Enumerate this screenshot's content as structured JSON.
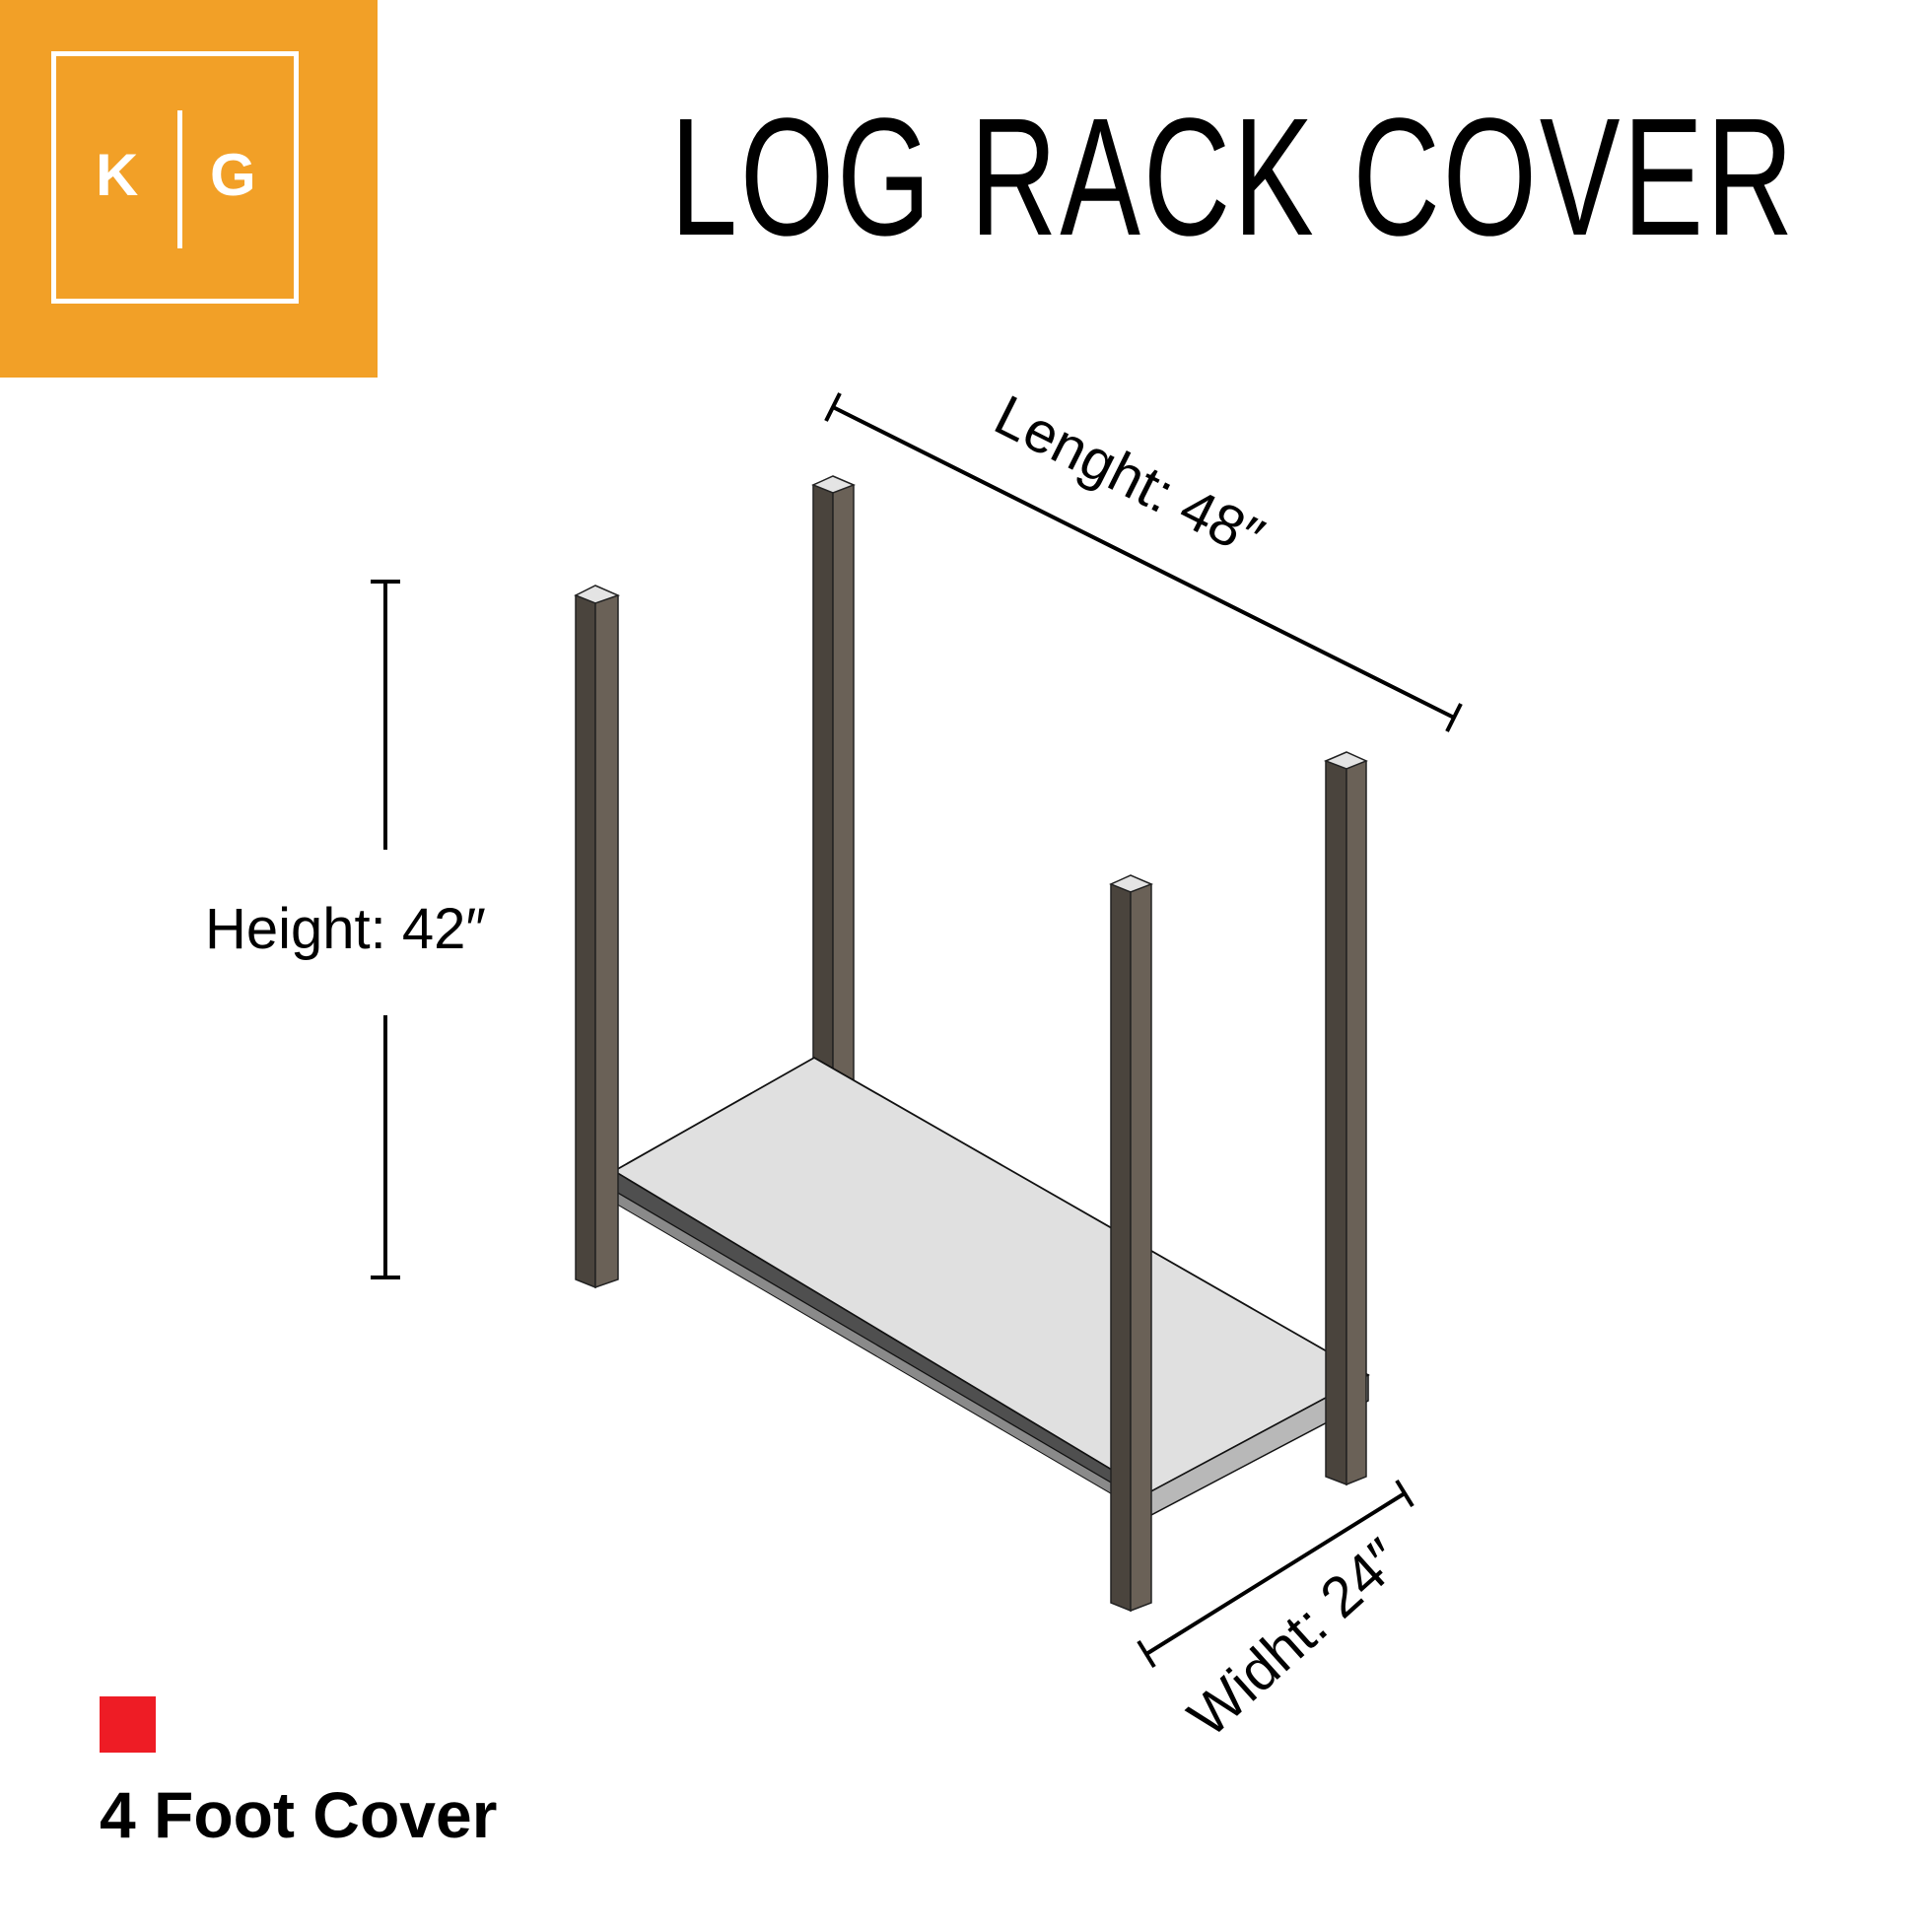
{
  "logo": {
    "letter_left": "K",
    "letter_right": "G",
    "background_color": "#F2A027"
  },
  "title": "LOG RACK COVER",
  "dimensions": {
    "length_label": "Lenght: 48″",
    "height_label": "Height: 42″",
    "width_label": "Widht: 24″"
  },
  "legend": {
    "swatch_color": "#EE1C25",
    "label": "4 Foot Cover"
  },
  "colors": {
    "post_dark": "#4A443D",
    "post_mid": "#6A6157",
    "post_top": "#E4E4E4",
    "shelf_top": "#E0E0E0",
    "shelf_edge": "#B8B8B8"
  }
}
